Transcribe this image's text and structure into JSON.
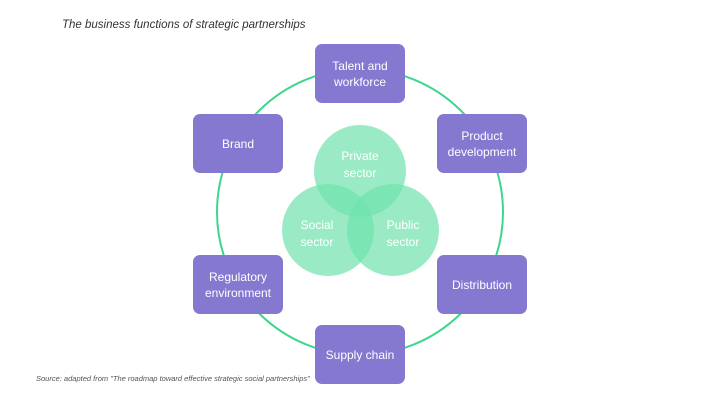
{
  "title": "The business functions of strategic partnerships",
  "sectors": {
    "private": "Private sector",
    "social": "Social sector",
    "public": "Public sector"
  },
  "functions": {
    "talent": "Talent and workforce",
    "product": "Product development",
    "distribution": "Distribution",
    "supply": "Supply chain",
    "regulatory": "Regulatory environment",
    "brand": "Brand"
  },
  "source": "Source: adapted from \"The roadmap toward effective strategic social partnerships\"",
  "colors": {
    "box": "#8478d0",
    "ring": "#3dd68c",
    "venn": "#7ee8b6"
  }
}
